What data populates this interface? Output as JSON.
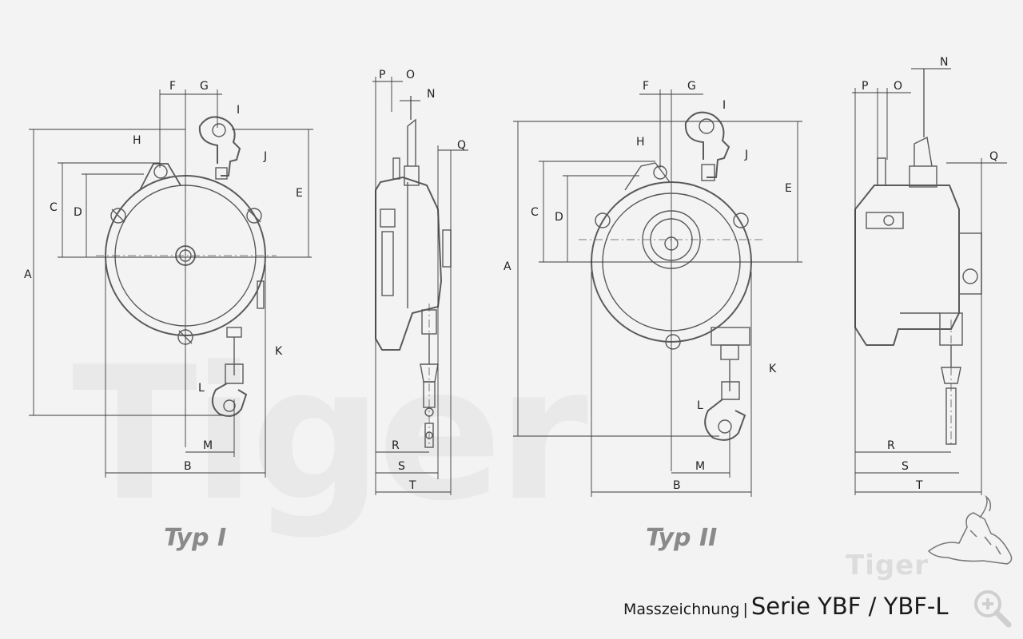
{
  "watermark": "Tiger",
  "labels": {
    "typ1": "Typ I",
    "typ2": "Typ II"
  },
  "logo": {
    "text": "Tiger"
  },
  "caption": {
    "prefix": "Masszeichnung",
    "separator": "|",
    "series": "Serie YBF / YBF-L"
  },
  "dimensions": {
    "A": "A",
    "B": "B",
    "C": "C",
    "D": "D",
    "E": "E",
    "F": "F",
    "G": "G",
    "H": "H",
    "I": "I",
    "J": "J",
    "K": "K",
    "L": "L",
    "M": "M",
    "N": "N",
    "O": "O",
    "P": "P",
    "Q": "Q",
    "R": "R",
    "S": "S",
    "T": "T"
  },
  "colors": {
    "line": "#555555",
    "dim": "#444444",
    "label": "#8a8a8a",
    "watermark": "#e9e9e9"
  },
  "icons": [
    "zoom-in-icon",
    "tiger-logo-icon"
  ]
}
